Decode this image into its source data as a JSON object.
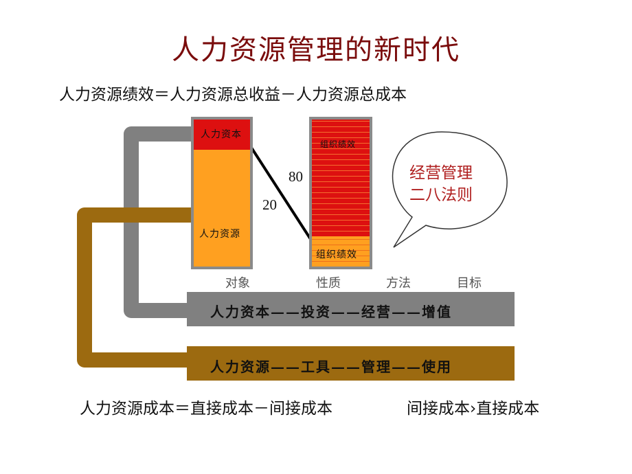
{
  "title": "人力资源管理的新时代",
  "formula_top": "人力资源绩效＝人力资源总收益－人力资源总成本",
  "bar_left": {
    "top_label": "人力资本",
    "bottom_label": "人力资源"
  },
  "bar_right": {
    "top_label": "组织绩效",
    "bottom_label": "组织绩效"
  },
  "numbers": {
    "n80": "80",
    "n20": "20"
  },
  "bubble": {
    "line1": "经营管理",
    "line2": "二八法则"
  },
  "columns": [
    "对象",
    "性质",
    "方法",
    "目标"
  ],
  "band_gray": "人力资本——投资——经营——增值",
  "band_brown": "人力资源——工具——管理——使用",
  "formula_bottom_left": "人力资源成本＝直接成本－间接成本",
  "formula_bottom_right": "间接成本›直接成本",
  "colors": {
    "title": "#7a0c0c",
    "gray": "#808080",
    "brown": "#9c6a10",
    "orange": "#ffa020",
    "red": "#dd1010"
  }
}
